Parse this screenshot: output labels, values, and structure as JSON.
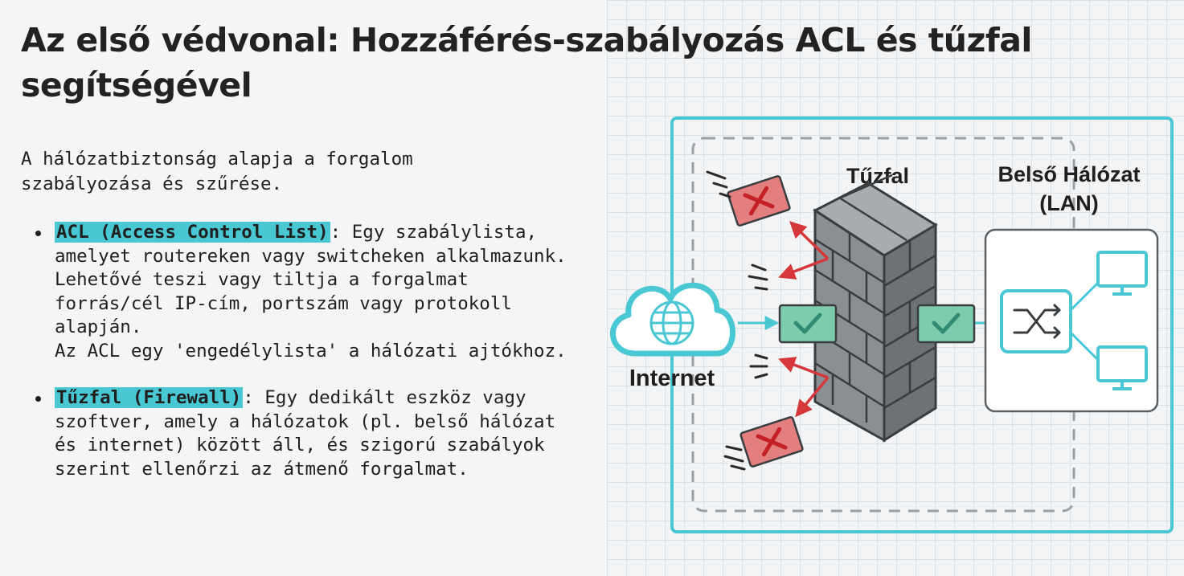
{
  "title": "Az első védvonal: Hozzáférés-szabályozás ACL és tűzfal segítségével",
  "intro": "A hálózatbiztonság alapja a forgalom szabályozása és szűrése.",
  "bullets": [
    {
      "term": "ACL (Access Control List)",
      "text": ": Egy szabálylista, amelyet routereken vagy switcheken alkalmazunk. Lehetővé teszi vagy tiltja a forgalmat forrás/cél IP-cím, portszám vagy protokoll alapján.",
      "text2": "Az ACL egy 'engedélylista' a hálózati ajtókhoz."
    },
    {
      "term": "Tűzfal (Firewall)",
      "text": ": Egy dedikált eszköz vagy szoftver, amely a hálózatok (pl. belső hálózat és internet) között áll, és szigorú szabályok szerint ellenőrzi az átmenő forgalmat."
    }
  ],
  "diagram": {
    "firewall_label": "Tűzfal",
    "lan_label_line1": "Belső Hálózat",
    "lan_label_line2": "(LAN)",
    "internet_label": "Internet",
    "colors": {
      "accent": "#49c8d4",
      "deny": "#d6373a",
      "allow": "#3fa389",
      "wall": "#8a8f94"
    }
  }
}
